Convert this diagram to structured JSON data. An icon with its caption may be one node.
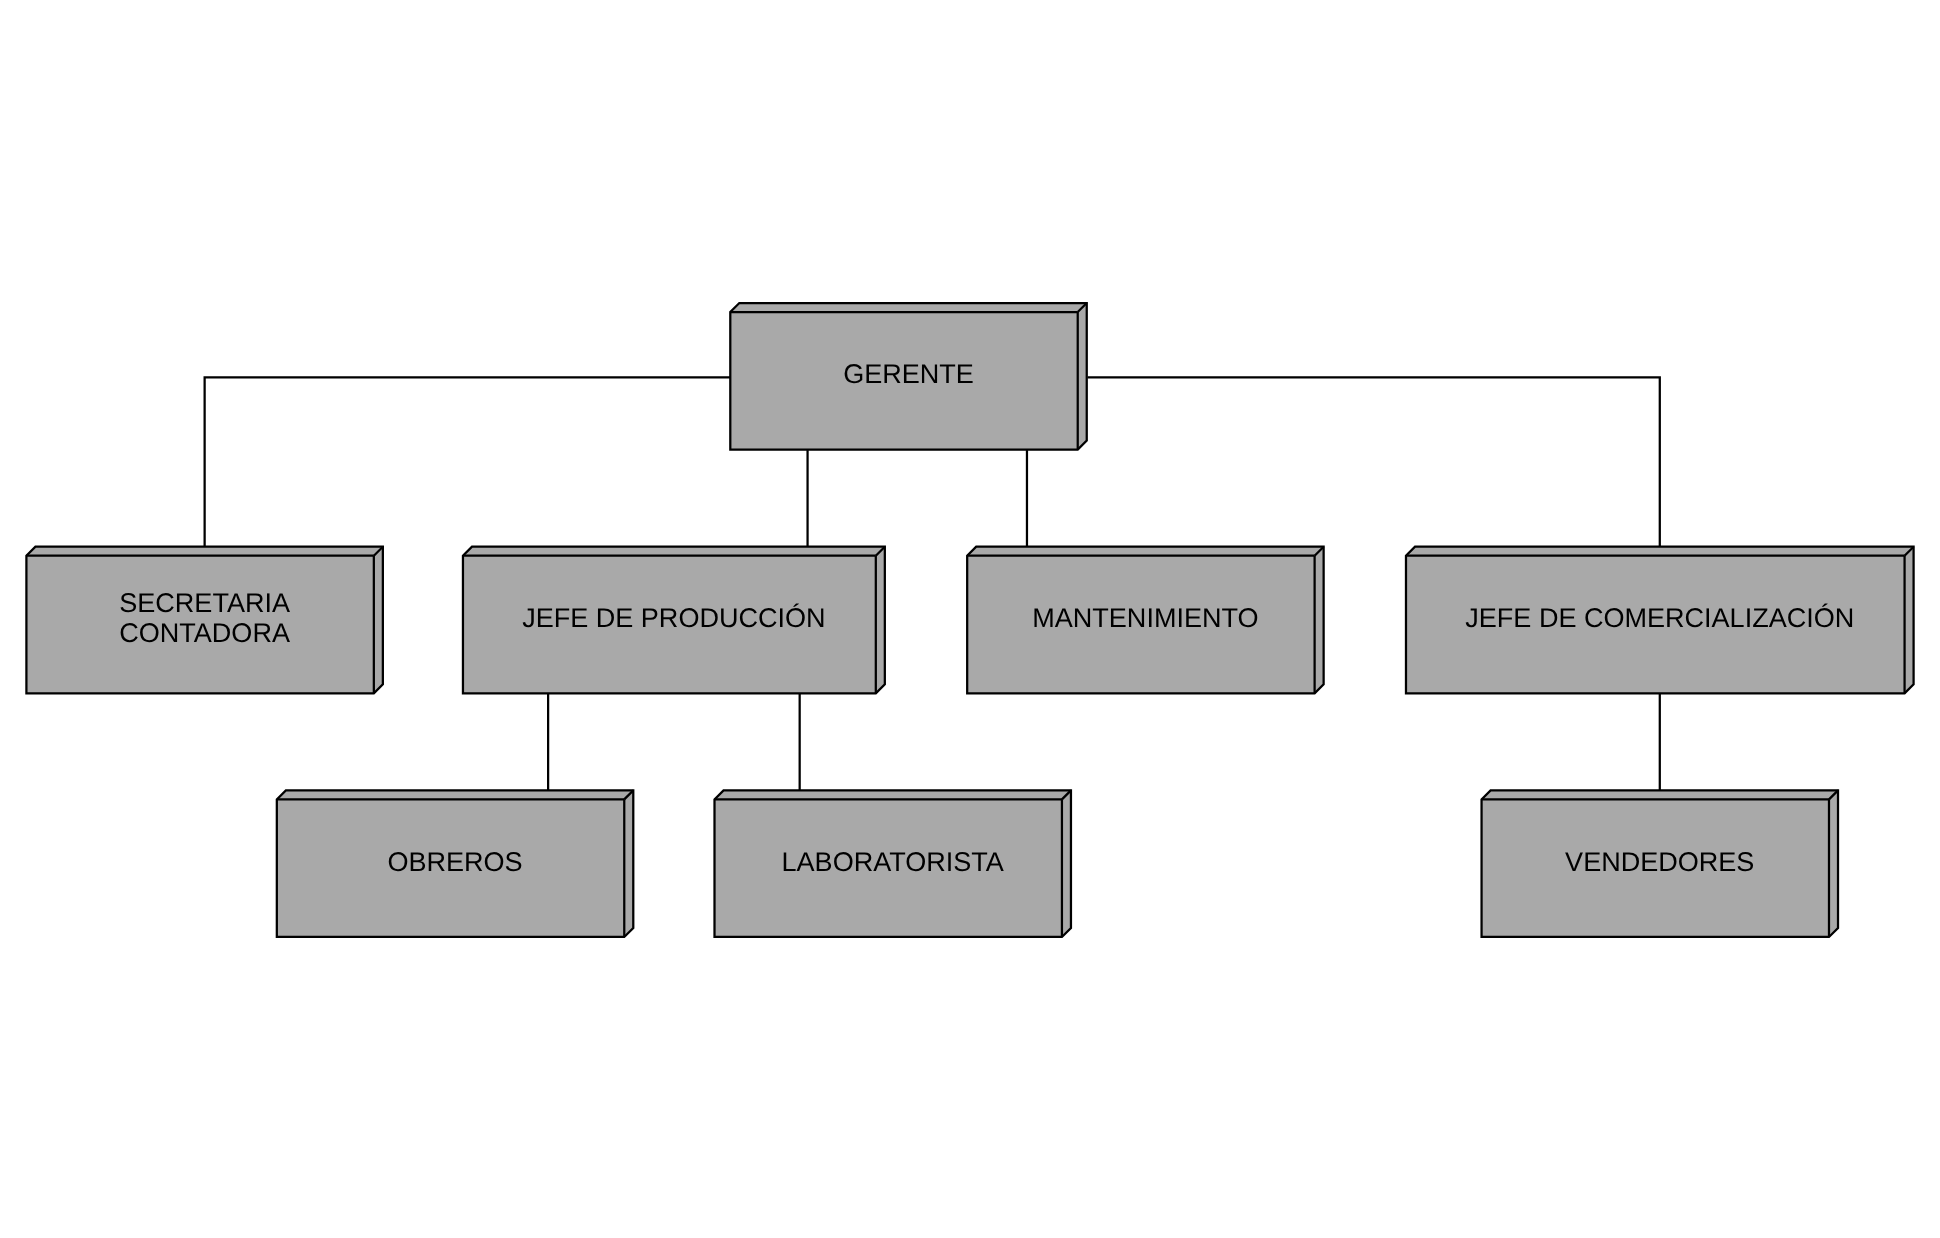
{
  "diagram": {
    "nodes": [
      {
        "text": [
          "GERENTE"
        ]
      },
      {
        "text": [
          "SECRETARIA",
          "CONTADORA"
        ]
      },
      {
        "text": [
          "JEFE DE PRODUCCIÓN"
        ]
      },
      {
        "text": [
          "MANTENIMIENTO"
        ]
      },
      {
        "text": [
          "JEFE DE COMERCIALIZACIÓN"
        ]
      },
      {
        "text": [
          "OBREROS"
        ]
      },
      {
        "text": [
          "LABORATORISTA"
        ]
      },
      {
        "text": [
          "VENDEDORES"
        ]
      }
    ],
    "edges": [
      {
        "from": 0,
        "to": 1,
        "arrow": "none"
      },
      {
        "from": 0,
        "to": 2,
        "arrow": "none"
      },
      {
        "from": 0,
        "to": 3,
        "arrow": "none"
      },
      {
        "from": 0,
        "to": 4,
        "arrow": "none"
      },
      {
        "from": 2,
        "to": 5,
        "arrow": "none"
      },
      {
        "from": 2,
        "to": 6,
        "arrow": "none"
      },
      {
        "from": 4,
        "to": 7,
        "arrow": "none"
      }
    ]
  }
}
